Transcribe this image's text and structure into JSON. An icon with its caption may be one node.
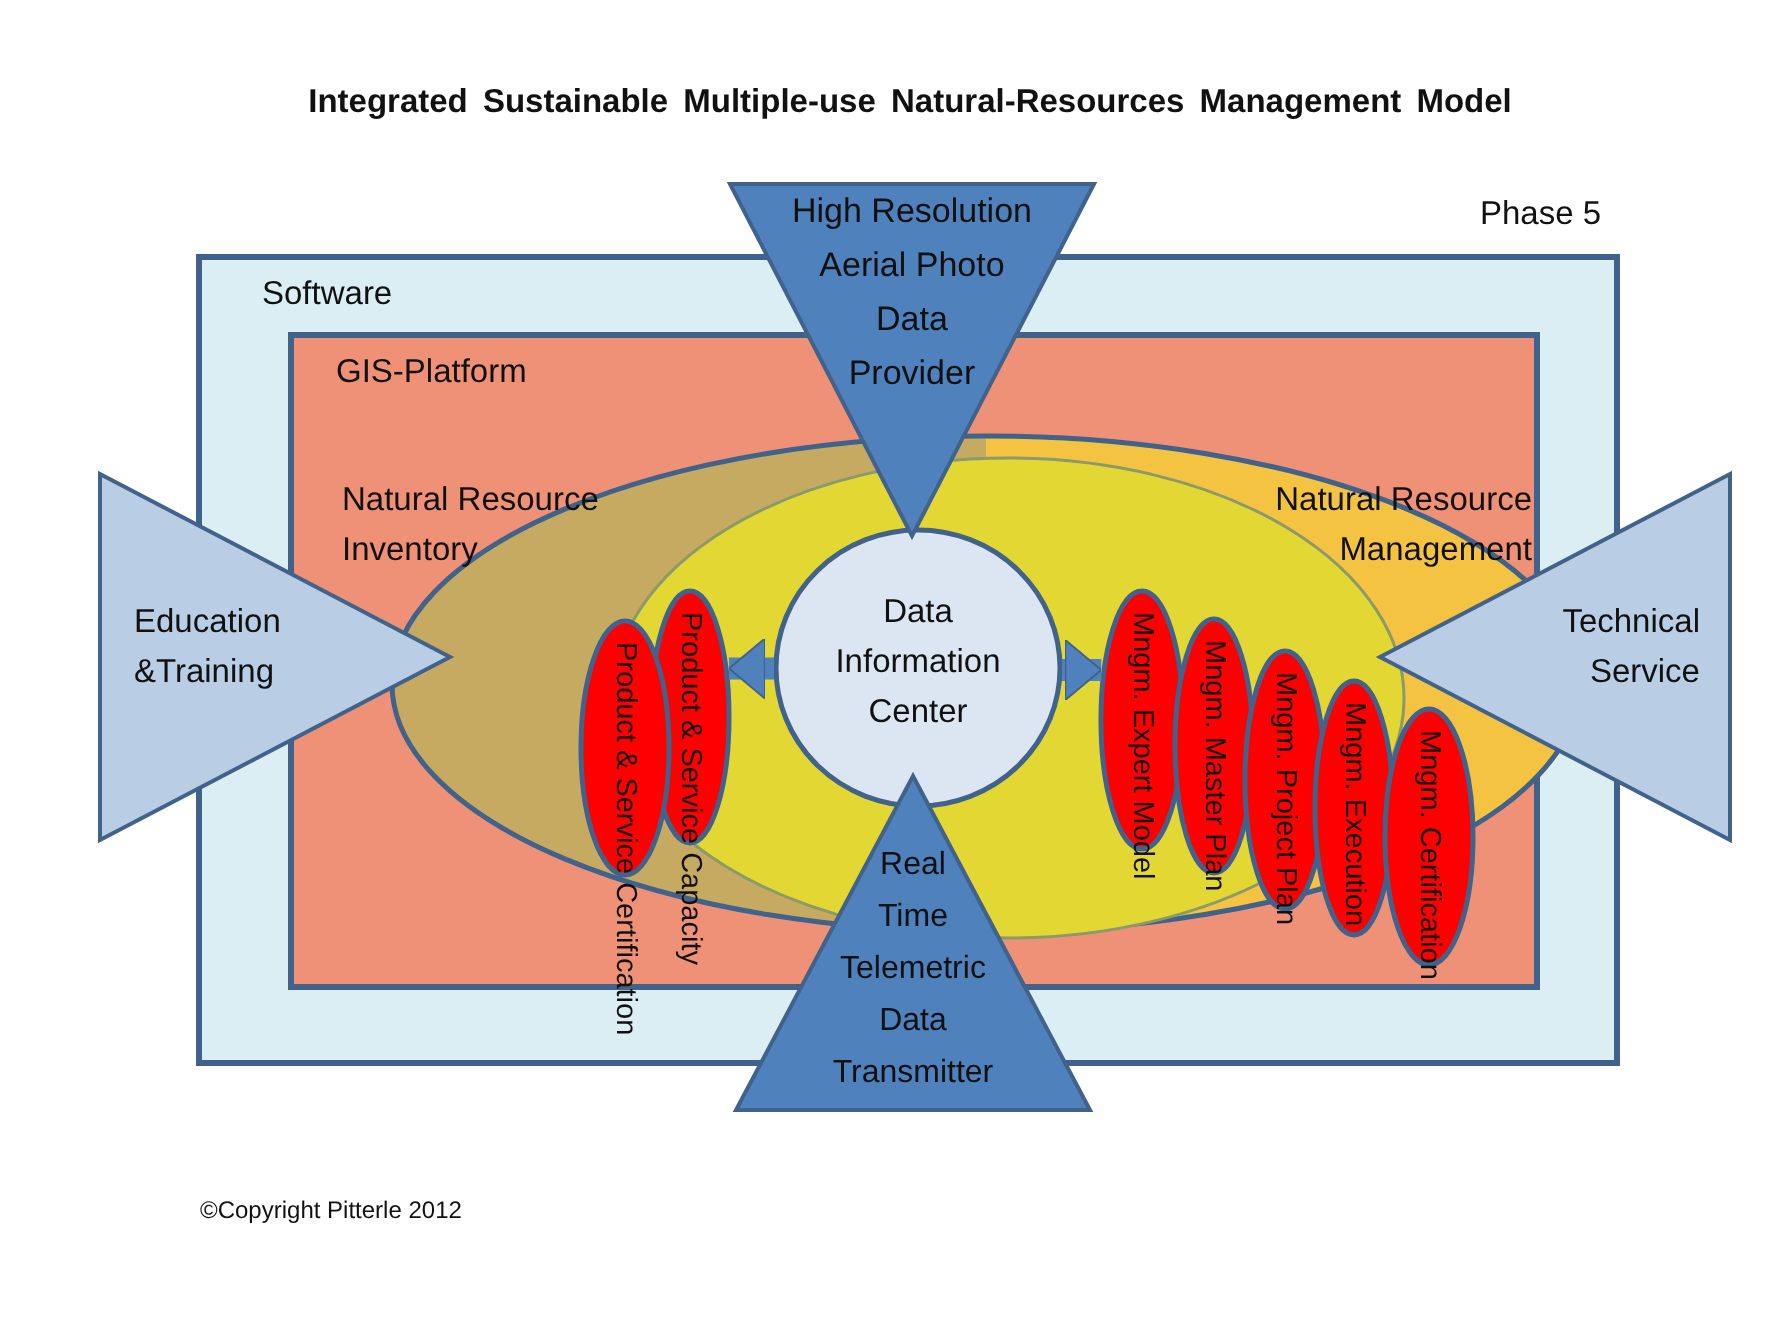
{
  "diagram": {
    "title": "Integrated Sustainable Multiple-use Natural-Resources Management Model",
    "nodes": [
      {
        "text": [
          "Software"
        ]
      },
      {
        "text": [
          "GIS-Platform"
        ],
        "in": 0
      },
      {
        "text": [
          "Natural Resource Inventory"
        ],
        "in": 1
      },
      {
        "text": [
          "Natural Resource Management"
        ],
        "in": 1
      },
      {
        "text": [
          "Data Information Center"
        ],
        "in": 1
      },
      {
        "text": [
          "Product & Service Capacity"
        ],
        "in": 2
      },
      {
        "text": [
          "Product & Service Certification"
        ],
        "in": 2
      },
      {
        "text": [
          "Mngm. Expert Model"
        ],
        "in": 3
      },
      {
        "text": [
          "Mngm. Master Plan"
        ],
        "in": 3
      },
      {
        "text": [
          "Mngm. Project Plan"
        ],
        "in": 3
      },
      {
        "text": [
          "Mngm. Execution"
        ],
        "in": 3
      },
      {
        "text": [
          "Mngm. Certification"
        ],
        "in": 1
      },
      {
        "text": [
          "High Resolution Aerial Photo Data Provider"
        ]
      },
      {
        "text": [
          "Real Time Telemetric Data Transmitter"
        ]
      },
      {
        "text": [
          "Education &Training"
        ]
      },
      {
        "text": [
          "Technical Service"
        ]
      }
    ],
    "edges": [
      {
        "from": 4,
        "to": 5,
        "arrow": "to"
      },
      {
        "from": 4,
        "to": 7,
        "arrow": "to"
      }
    ],
    "labels": [
      "Phase 5",
      "©Copyright Pitterle 2012"
    ]
  }
}
